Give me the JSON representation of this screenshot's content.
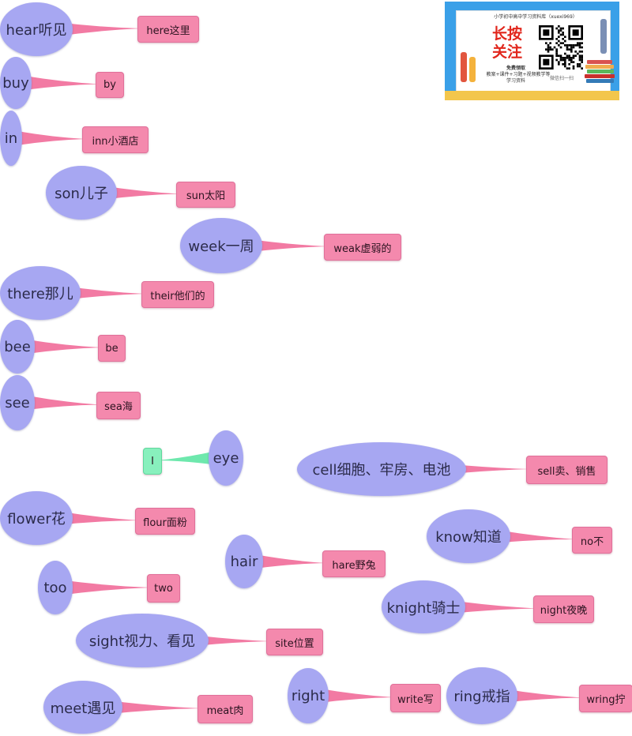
{
  "pairs": [
    {
      "word": "hear听见",
      "homophone": "here这里"
    },
    {
      "word": "buy",
      "homophone": "by"
    },
    {
      "word": "in",
      "homophone": "inn小酒店"
    },
    {
      "word": "son儿子",
      "homophone": "sun太阳"
    },
    {
      "word": "week一周",
      "homophone": "weak虚弱的"
    },
    {
      "word": "there那儿",
      "homophone": "their他们的"
    },
    {
      "word": "bee",
      "homophone": "be"
    },
    {
      "word": "see",
      "homophone": "sea海"
    },
    {
      "word": "eye",
      "homophone": "I"
    },
    {
      "word": "cell细胞、牢房、电池",
      "homophone": "sell卖、销售"
    },
    {
      "word": "flower花",
      "homophone": "flour面粉"
    },
    {
      "word": "know知道",
      "homophone": "no不"
    },
    {
      "word": "hair",
      "homophone": "hare野兔"
    },
    {
      "word": "too",
      "homophone": "two"
    },
    {
      "word": "knight骑士",
      "homophone": "night夜晚"
    },
    {
      "word": "sight视力、看见",
      "homophone": "site位置"
    },
    {
      "word": "right",
      "homophone": "write写"
    },
    {
      "word": "ring戒指",
      "homophone": "wring拧"
    },
    {
      "word": "meet遇见",
      "homophone": "meat肉"
    }
  ],
  "colors": {
    "oval": "#a7a7f2",
    "tag": "#f489ad",
    "tag_alt": "#88f0bd",
    "connector": "#f27aa3",
    "connector_alt": "#6ee8ad"
  },
  "ad": {
    "header": "小学初中高中学习资料库（xuexi969）",
    "headline_1": "长按",
    "headline_2": "关注",
    "line_1": "免费领取",
    "line_2": "教案+课件+习题+视频教学等",
    "line_3": "学习资料",
    "scan": "微信扫一扫"
  }
}
